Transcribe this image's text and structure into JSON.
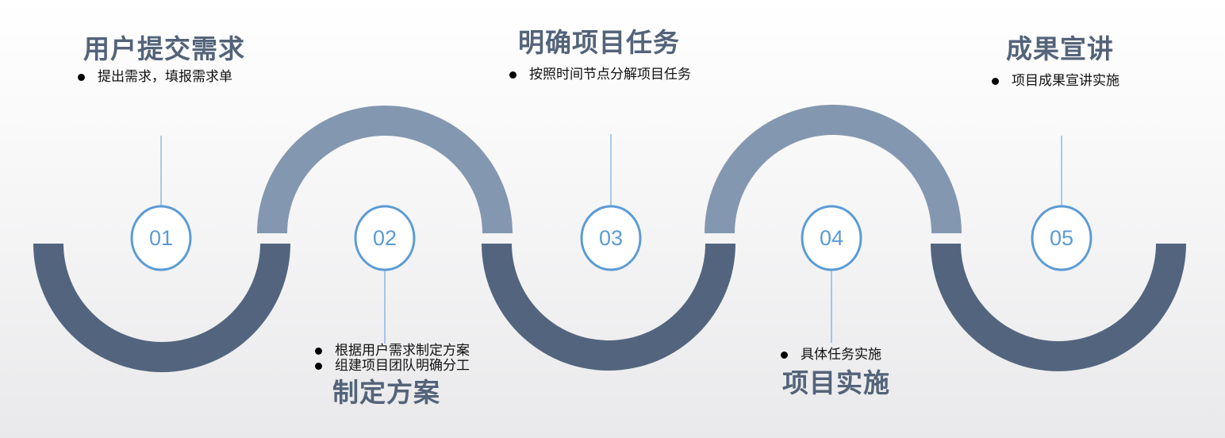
{
  "steps": [
    {
      "number": "01",
      "title": "用户提交需求",
      "bullets": [
        "提出需求，填报需求单"
      ]
    },
    {
      "number": "02",
      "title": "制定方案",
      "bullets": [
        "根据用户需求制定方案",
        "组建项目团队明确分工"
      ]
    },
    {
      "number": "03",
      "title": "明确项目任务",
      "bullets": [
        "按照时间节点分解项目任务"
      ]
    },
    {
      "number": "04",
      "title": "项目实施",
      "bullets": [
        "具体任务实施"
      ]
    },
    {
      "number": "05",
      "title": "成果宣讲",
      "bullets": [
        "项目成果宣讲实施"
      ]
    }
  ],
  "colors": {
    "arc_dark": "#53657e",
    "arc_light": "#8497b0",
    "circle_stroke": "#5b9bd5",
    "circle_fill": "#ffffff",
    "connector": "#5b9bd5",
    "title": "#536379"
  }
}
